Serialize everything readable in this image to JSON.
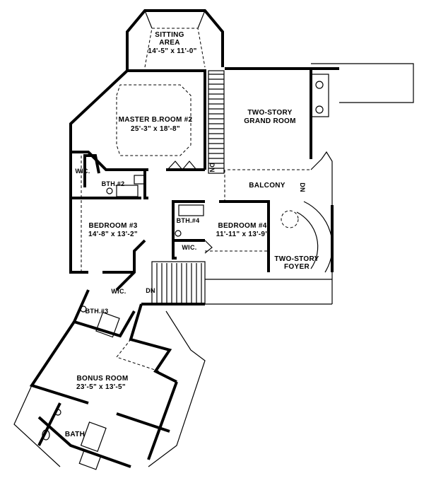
{
  "rooms": {
    "sitting_area": {
      "name": "SITTING",
      "name2": "AREA",
      "size": "14'-5\" x 11'-0\""
    },
    "master": {
      "name": "MASTER B.ROOM #2",
      "size": "25'-3\" x 18'-8\""
    },
    "grand_room": {
      "name": "TWO-STORY",
      "name2": "GRAND ROOM"
    },
    "balcony": {
      "name": "BALCONY"
    },
    "bedroom3": {
      "name": "BEDROOM #3",
      "size": "14'-8\" x 13'-2\""
    },
    "bedroom4": {
      "name": "BEDROOM #4",
      "size": "11'-11\" x 13'-9\""
    },
    "foyer": {
      "name": "TWO-STORY",
      "name2": "FOYER"
    },
    "bonus": {
      "name": "BONUS ROOM",
      "size": "23'-5\" x 13'-5\""
    },
    "bath": {
      "name": "BATH"
    },
    "bth2": {
      "name": "BTH.#2"
    },
    "bth3": {
      "name": "BTH.#3"
    },
    "bth4": {
      "name": "BTH.#4"
    },
    "wic1": {
      "name": "WIC."
    },
    "wic2": {
      "name": "WIC."
    },
    "wic3": {
      "name": "WIC."
    }
  },
  "stairs": {
    "dn1": "DN",
    "dn2": "DN",
    "dn3": "DN"
  }
}
